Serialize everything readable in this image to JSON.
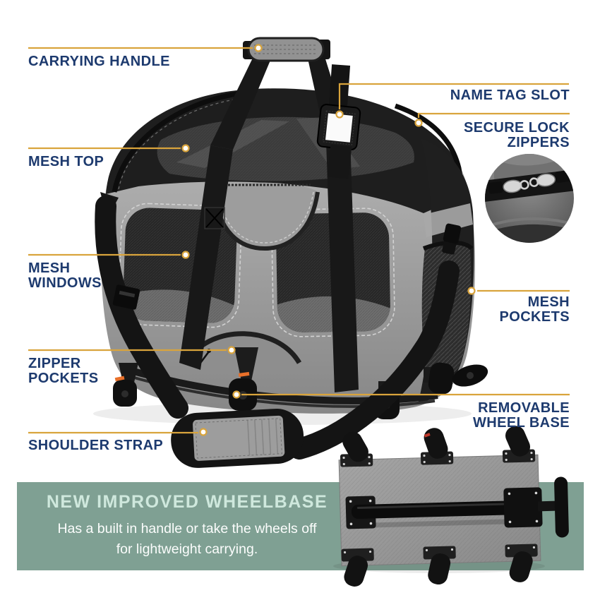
{
  "colors": {
    "label_navy": "#1d3a6e",
    "leader_gold": "#d9a43c",
    "panel_green": "#7fa093",
    "panel_title_mint": "#cfe8dd",
    "panel_body": "#fbfdfc",
    "wheel_accent_orange": "#e8702a"
  },
  "callouts": {
    "carrying_handle": "CARRYING HANDLE",
    "mesh_top": "MESH TOP",
    "mesh_windows": "MESH\nWINDOWS",
    "zipper_pockets": "ZIPPER\nPOCKETS",
    "shoulder_strap": "SHOULDER STRAP",
    "name_tag_slot": "NAME TAG SLOT",
    "secure_lock_zippers": "SECURE LOCK\nZIPPERS",
    "mesh_pockets": "MESH\nPOCKETS",
    "removable_wheel_base": "REMOVABLE\nWHEEL BASE"
  },
  "info_panel": {
    "title": "NEW IMPROVED WHEELBASE",
    "line1": "Has a built in handle or take the wheels off",
    "line2": "for lightweight carrying."
  },
  "icons": {
    "leader_dot": "anchor-dot-icon",
    "inset": "zipper-lock-closeup-icon"
  }
}
